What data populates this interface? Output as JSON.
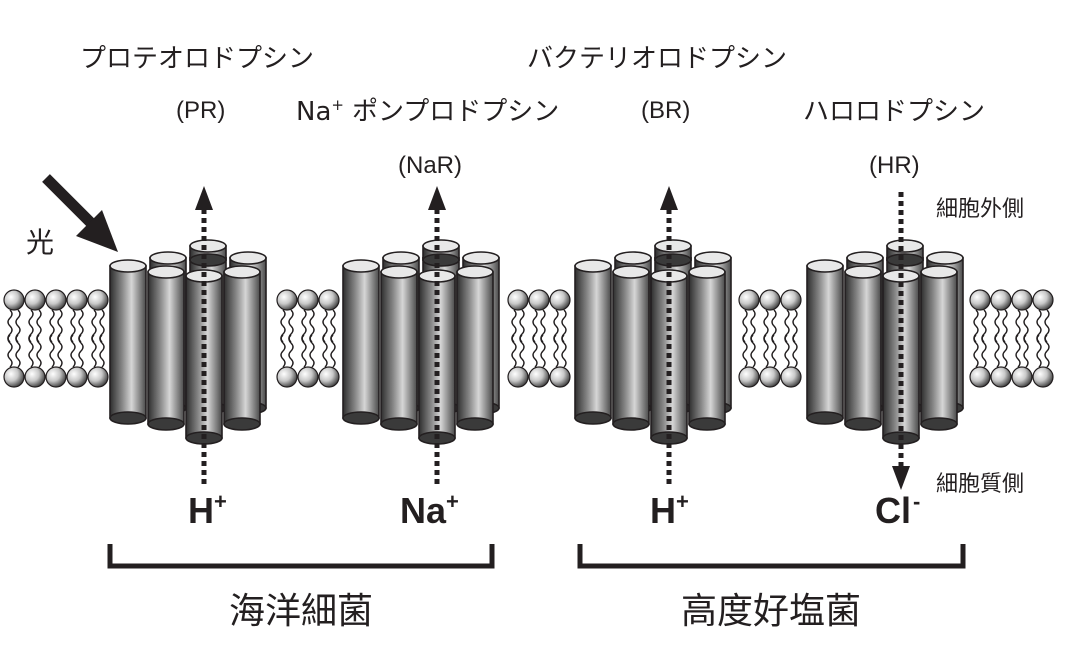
{
  "proteins": [
    {
      "name": "プロテオロドプシン",
      "abbr": "(PR)",
      "ion": "H",
      "ion_charge": "+",
      "direction": "outward"
    },
    {
      "name_prefix": "Na",
      "name_prefix_sup": "+",
      "name": "ポンプロドプシン",
      "abbr": "(NaR)",
      "ion": "Na",
      "ion_charge": "+",
      "direction": "outward"
    },
    {
      "name": "バクテリオロドプシン",
      "abbr": "(BR)",
      "ion": "H",
      "ion_charge": "+",
      "direction": "outward"
    },
    {
      "name": "ハロロドプシン",
      "abbr": "(HR)",
      "ion": "Cl",
      "ion_charge": "-",
      "direction": "inward"
    }
  ],
  "light_label": "光",
  "sides": {
    "outside": "細胞外側",
    "inside": "細胞質側"
  },
  "groups": [
    {
      "label": "海洋細菌"
    },
    {
      "label": "高度好塩菌"
    }
  ],
  "colors": {
    "ink": "#231f20",
    "cylinder_dark": "#3a3a3a",
    "cylinder_light": "#bdbdbd"
  }
}
